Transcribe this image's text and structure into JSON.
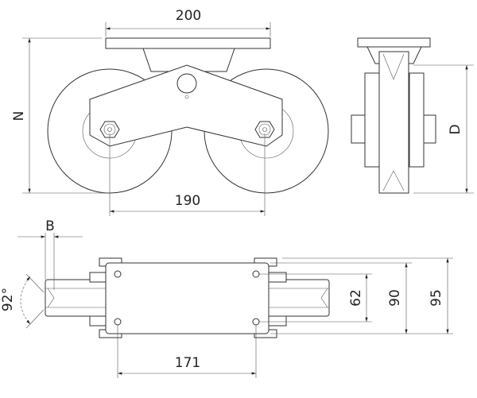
{
  "drawing": {
    "front_view": {
      "width_label": "200",
      "height_label": "N",
      "axle_spacing_label": "190"
    },
    "side_view": {
      "diameter_label": "D"
    },
    "bottom_view": {
      "groove_width_label": "B",
      "groove_angle_label": "92°",
      "hole_spacing_label": "171",
      "hole_span_label": "62",
      "plate_width_label": "90",
      "overall_width_label": "95"
    }
  }
}
